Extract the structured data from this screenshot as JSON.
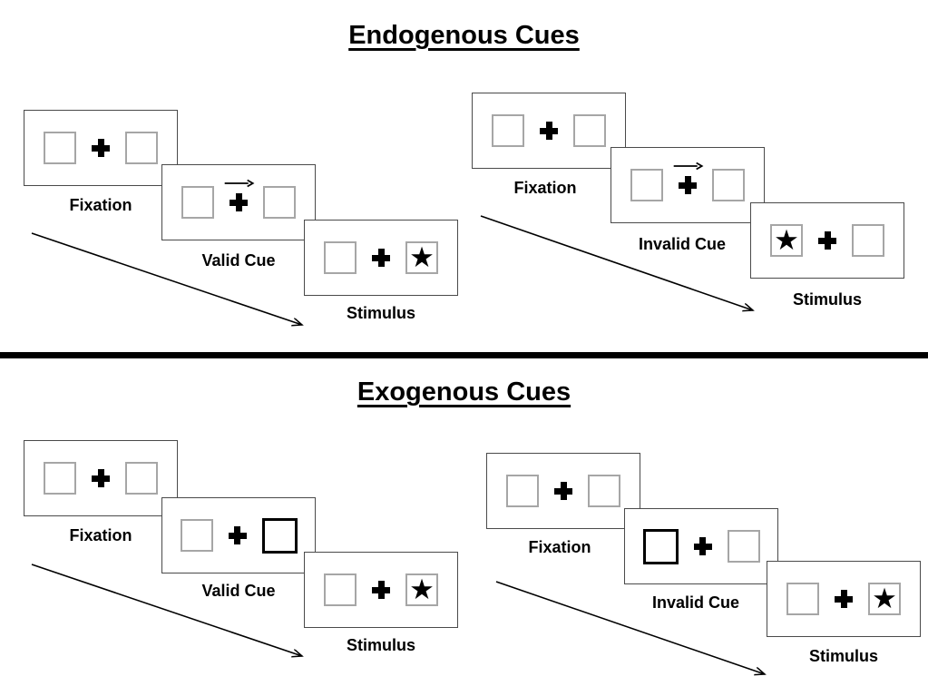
{
  "figure": {
    "sections": {
      "endogenous": {
        "title": "Endogenous Cues",
        "valid": {
          "fixation_label": "Fixation",
          "cue_label": "Valid Cue",
          "stimulus_label": "Stimulus",
          "cue_type": "central arrow pointing right",
          "target_side": "right"
        },
        "invalid": {
          "fixation_label": "Fixation",
          "cue_label": "Invalid Cue",
          "stimulus_label": "Stimulus",
          "cue_type": "central arrow pointing right",
          "target_side": "left"
        }
      },
      "exogenous": {
        "title": "Exogenous Cues",
        "valid": {
          "fixation_label": "Fixation",
          "cue_label": "Valid Cue",
          "stimulus_label": "Stimulus",
          "cue_type": "right box highlighted",
          "target_side": "right"
        },
        "invalid": {
          "fixation_label": "Fixation",
          "cue_label": "Invalid Cue",
          "stimulus_label": "Stimulus",
          "cue_type": "left box highlighted",
          "target_side": "right"
        }
      }
    },
    "icons": {
      "star": "★",
      "fixation_cross": "bold-plus",
      "cue_arrow": "thin-right-arrow"
    },
    "colors": {
      "ink": "#000000",
      "panel_border": "#4a4a4a",
      "box_border": "#a6a6a6",
      "background": "#ffffff"
    }
  }
}
